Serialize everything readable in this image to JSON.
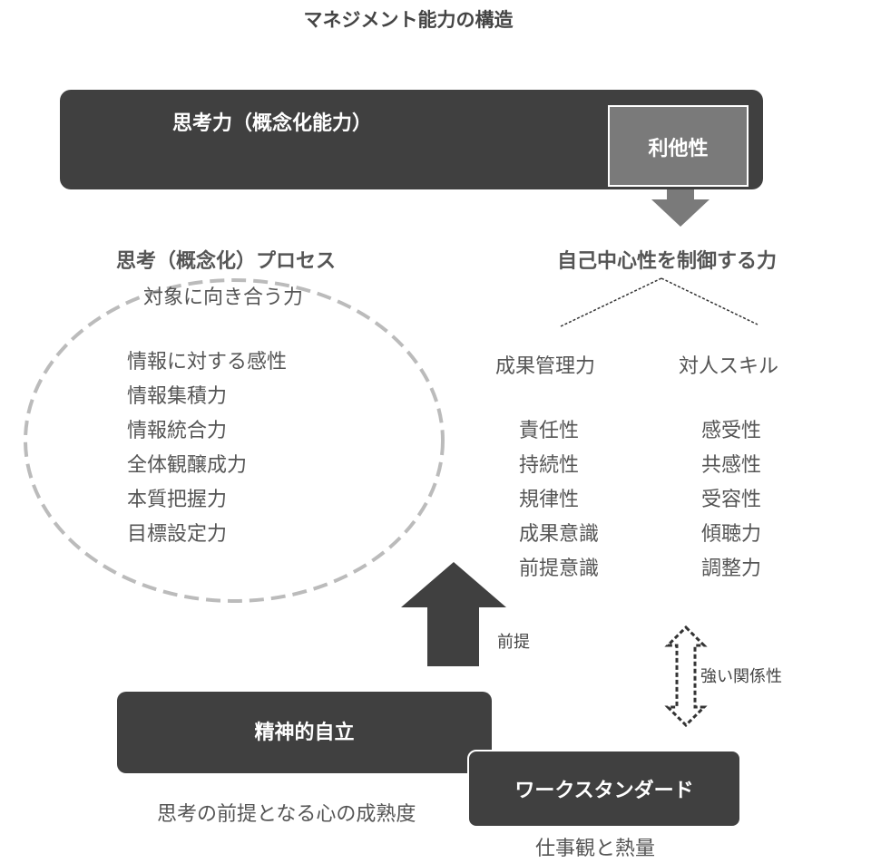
{
  "title": "マネジメント能力の構造",
  "top_bar": {
    "label": "思考力（概念化能力）",
    "altruism_label": "利他性"
  },
  "left_section": {
    "heading": "思考（概念化）プロセス",
    "subheading": "対象に向き合う力",
    "items": [
      "情報に対する感性",
      "情報集積力",
      "情報統合力",
      "全体観醸成力",
      "本質把握力",
      "目標設定力"
    ]
  },
  "right_section": {
    "heading": "自己中心性を制御する力",
    "col1": {
      "heading": "成果管理力",
      "items": [
        "責任性",
        "持続性",
        "規律性",
        "成果意識",
        "前提意識"
      ]
    },
    "col2": {
      "heading": "対人スキル",
      "items": [
        "感受性",
        "共感性",
        "受容性",
        "傾聴力",
        "調整力"
      ]
    }
  },
  "premise_label": "前提",
  "relation_label": "強い関係性",
  "independence": {
    "label": "精神的自立",
    "caption": "思考の前提となる心の成熟度"
  },
  "work_standard": {
    "label": "ワークスタンダード",
    "caption": "仕事観と熱量"
  }
}
